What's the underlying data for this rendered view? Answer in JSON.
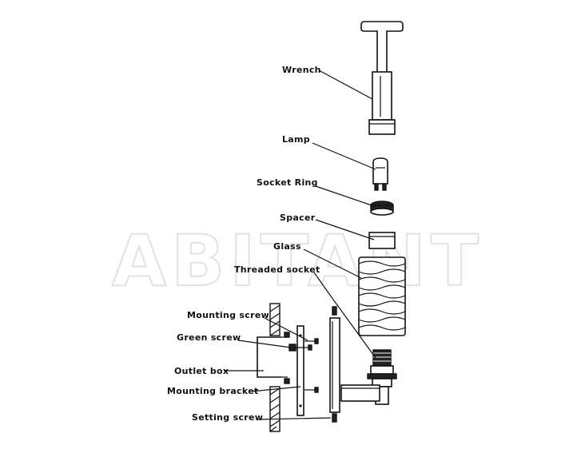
{
  "watermark": "ABITANT",
  "labels": {
    "wrench": "Wrench",
    "lamp": "Lamp",
    "socket_ring": "Socket Ring",
    "spacer": "Spacer",
    "glass": "Glass",
    "threaded_socket": "Threaded socket",
    "mounting_screw": "Mounting screw",
    "green_screw": "Green screw",
    "outlet_box": "Outlet box",
    "mounting_bracket": "Mounting bracket",
    "setting_screw": "Setting screw"
  }
}
